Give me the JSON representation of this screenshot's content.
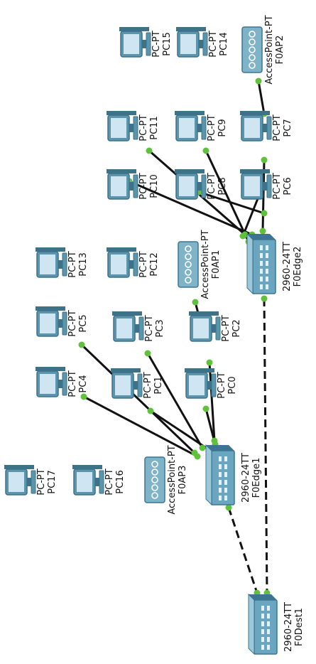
{
  "colors": {
    "pc_screen": "#cfe6f2",
    "pc_frame": "#5a95ad",
    "pc_dark": "#3e7288",
    "switch_body": "#6aa6bf",
    "switch_dark": "#3d7590",
    "ap_body": "#7fb3c8",
    "link": "#111111",
    "link_dot": "#5fc23a"
  },
  "icons": {
    "pc": "pc-icon",
    "switch": "switch-icon",
    "access_point": "access-point-icon"
  },
  "devices": [
    {
      "id": "pc15",
      "kind": "pc",
      "type": "PC-PT",
      "name": "PC15"
    },
    {
      "id": "pc14",
      "kind": "pc",
      "type": "PC-PT",
      "name": "PC14"
    },
    {
      "id": "ap2",
      "kind": "ap",
      "type": "AccessPoint-PT",
      "name": "F0AP2"
    },
    {
      "id": "pc11",
      "kind": "pc",
      "type": "PC-PT",
      "name": "PC11"
    },
    {
      "id": "pc9",
      "kind": "pc",
      "type": "PC-PT",
      "name": "PC9"
    },
    {
      "id": "pc7",
      "kind": "pc",
      "type": "PC-PT",
      "name": "PC7"
    },
    {
      "id": "pc10",
      "kind": "pc",
      "type": "PC-PT",
      "name": "PC10"
    },
    {
      "id": "pc8",
      "kind": "pc",
      "type": "PC-PT",
      "name": "PC8"
    },
    {
      "id": "pc6",
      "kind": "pc",
      "type": "PC-PT",
      "name": "PC6"
    },
    {
      "id": "pc13",
      "kind": "pc",
      "type": "PC-PT",
      "name": "PC13"
    },
    {
      "id": "pc12",
      "kind": "pc",
      "type": "PC-PT",
      "name": "PC12"
    },
    {
      "id": "ap1",
      "kind": "ap",
      "type": "AccessPoint-PT",
      "name": "F0AP1"
    },
    {
      "id": "edge2",
      "kind": "switch",
      "type": "2960-24TT",
      "name": "F0Edge2"
    },
    {
      "id": "pc5",
      "kind": "pc",
      "type": "PC-PT",
      "name": "PC5"
    },
    {
      "id": "pc3",
      "kind": "pc",
      "type": "PC-PT",
      "name": "PC3"
    },
    {
      "id": "pc2",
      "kind": "pc",
      "type": "PC-PT",
      "name": "PC2"
    },
    {
      "id": "pc4",
      "kind": "pc",
      "type": "PC-PT",
      "name": "PC4"
    },
    {
      "id": "pc1",
      "kind": "pc",
      "type": "PC-PT",
      "name": "PC1"
    },
    {
      "id": "pc0",
      "kind": "pc",
      "type": "PC-PT",
      "name": "PC0"
    },
    {
      "id": "pc17",
      "kind": "pc",
      "type": "PC-PT",
      "name": "PC17"
    },
    {
      "id": "pc16",
      "kind": "pc",
      "type": "PC-PT",
      "name": "PC16"
    },
    {
      "id": "ap3",
      "kind": "ap",
      "type": "AccessPoint-PT",
      "name": "F0AP3"
    },
    {
      "id": "edge1",
      "kind": "switch",
      "type": "2960-24TT",
      "name": "F0Edge1"
    },
    {
      "id": "dest1",
      "kind": "switch",
      "type": "2960-24TT",
      "name": "F0Dest1"
    }
  ],
  "links": [
    {
      "from": "pc11",
      "to": "edge2",
      "style": "solid"
    },
    {
      "from": "pc9",
      "to": "edge2",
      "style": "solid"
    },
    {
      "from": "pc10",
      "to": "edge2",
      "style": "solid"
    },
    {
      "from": "pc8",
      "to": "edge2",
      "style": "solid"
    },
    {
      "from": "pc7",
      "to": "edge2",
      "style": "solid"
    },
    {
      "from": "pc6",
      "to": "edge2",
      "style": "solid"
    },
    {
      "from": "ap2",
      "to": "pc7",
      "style": "solid"
    },
    {
      "from": "ap1",
      "to": "pc2",
      "style": "solid"
    },
    {
      "from": "pc5",
      "to": "edge1",
      "style": "solid"
    },
    {
      "from": "pc4",
      "to": "edge1",
      "style": "solid"
    },
    {
      "from": "pc3",
      "to": "edge1",
      "style": "solid"
    },
    {
      "from": "pc1",
      "to": "edge1",
      "style": "solid"
    },
    {
      "from": "pc2",
      "to": "edge1",
      "style": "solid"
    },
    {
      "from": "pc0",
      "to": "edge1",
      "style": "solid"
    },
    {
      "from": "edge1",
      "to": "dest1",
      "style": "dashed"
    },
    {
      "from": "edge2",
      "to": "dest1",
      "style": "dashed"
    }
  ]
}
